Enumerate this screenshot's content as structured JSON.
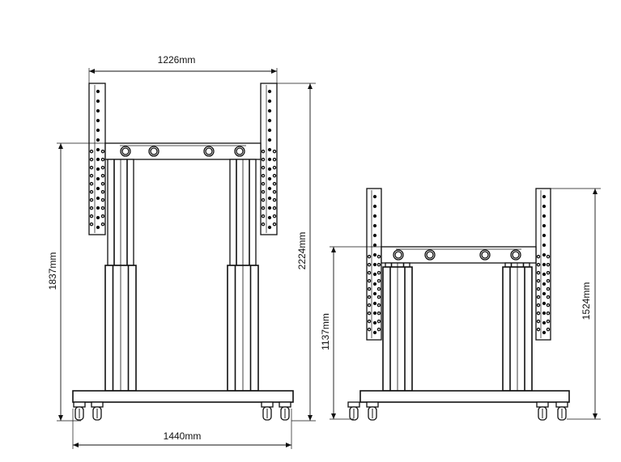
{
  "dimensions": {
    "width_top": "1226mm",
    "height_raised_bracket": "1837mm",
    "height_raised_total": "2224mm",
    "width_base": "1440mm",
    "height_lowered_bracket": "1137mm",
    "height_lowered_total": "1524mm"
  },
  "colors": {
    "line": "#111111",
    "background": "#ffffff"
  }
}
